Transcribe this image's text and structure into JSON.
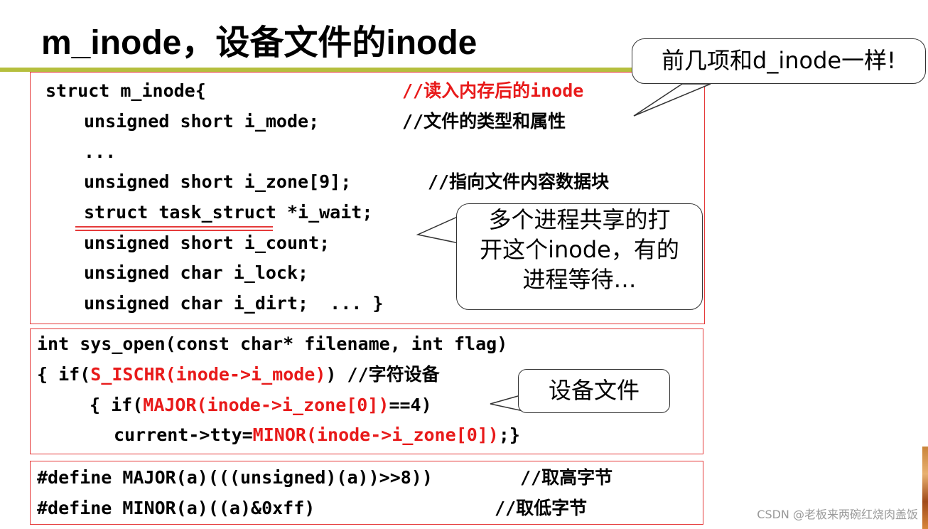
{
  "title": "m_inode，设备文件的inode",
  "struct_block": {
    "lines": [
      {
        "code": "struct m_inode{",
        "comment": "//读入内存后的inode"
      },
      {
        "code": "unsigned short i_mode;",
        "comment": "//文件的类型和属性"
      },
      {
        "code": "...",
        "comment": ""
      },
      {
        "code": "unsigned short i_zone[9];",
        "comment": "//指向文件内容数据块"
      },
      {
        "code": "struct task_struct *i_wait;",
        "comment": ""
      },
      {
        "code": "unsigned short i_count;",
        "comment": ""
      },
      {
        "code": "unsigned char i_lock;",
        "comment": ""
      },
      {
        "code": "unsigned char i_dirt;  ... }",
        "comment": ""
      }
    ]
  },
  "open_block": {
    "line1": "int sys_open(const char* filename, int flag)",
    "line2_pre": "{ if(",
    "line2_red": "S_ISCHR(inode->i_mode)",
    "line2_post": ") ",
    "line2_comment": "//字符设备",
    "line3_pre": "{ if(",
    "line3_red": "MAJOR(inode->i_zone[0])",
    "line3_post": "==4)",
    "line4_pre": "current->tty=",
    "line4_red": "MINOR(inode->i_zone[0])",
    "line4_post": ";}"
  },
  "define_block": {
    "line1_code": "#define MAJOR(a)(((unsigned)(a))>>8))",
    "line1_comment": "//取高字节",
    "line2_code": "#define MINOR(a)((a)&0xff)",
    "line2_comment": "//取低字节"
  },
  "callouts": {
    "top_right": "前几项和d_inode一样!",
    "middle_line1": "多个进程共享的打",
    "middle_line2": "开这个inode，有的",
    "middle_line3": "进程等待…",
    "device": "设备文件"
  },
  "watermark": "CSDN @老板来两碗红烧肉盖饭",
  "colors": {
    "accent_red": "#e81a1a",
    "rule_olive": "#b5bf3d"
  }
}
